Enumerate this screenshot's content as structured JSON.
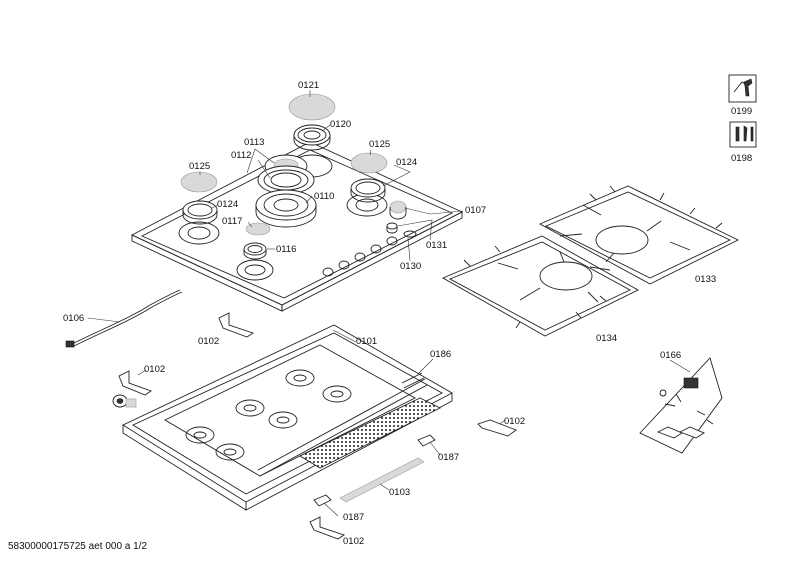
{
  "document_code": "58300000175725 aet 000 a 1/2",
  "parts": [
    {
      "id": "0121"
    },
    {
      "id": "0120"
    },
    {
      "id": "0113"
    },
    {
      "id": "0125"
    },
    {
      "id": "0112"
    },
    {
      "id": "0124"
    },
    {
      "id": "0125"
    },
    {
      "id": "0124"
    },
    {
      "id": "0110"
    },
    {
      "id": "0107"
    },
    {
      "id": "0117"
    },
    {
      "id": "0116"
    },
    {
      "id": "0131"
    },
    {
      "id": "0130"
    },
    {
      "id": "0133"
    },
    {
      "id": "0134"
    },
    {
      "id": "0106"
    },
    {
      "id": "0102"
    },
    {
      "id": "0101"
    },
    {
      "id": "0102"
    },
    {
      "id": "0186"
    },
    {
      "id": "0102"
    },
    {
      "id": "0187"
    },
    {
      "id": "0187"
    },
    {
      "id": "0103"
    },
    {
      "id": "0102"
    },
    {
      "id": "0166"
    }
  ],
  "legend": [
    {
      "id": "0199",
      "icon": "wrench-manual-icon"
    },
    {
      "id": "0198",
      "icon": "tools-icon"
    }
  ]
}
